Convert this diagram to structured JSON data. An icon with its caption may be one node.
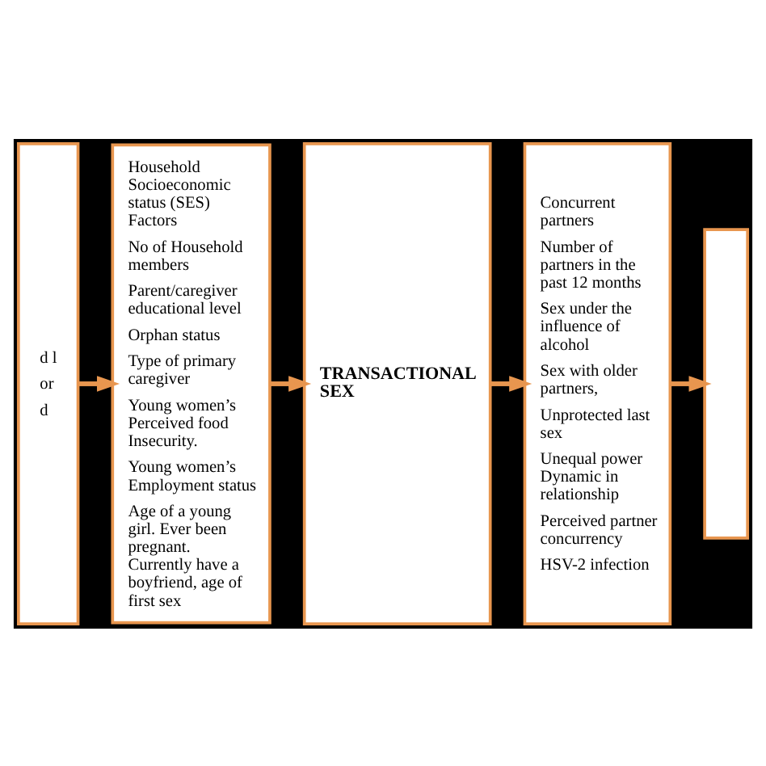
{
  "diagram": {
    "nodes": [
      {
        "text": [
          "d l",
          "or",
          "d"
        ]
      },
      {
        "text": [
          "Household Socioeconomic status (SES) Factors",
          "No of Household members",
          "Parent/caregiver educational level",
          "Orphan status",
          "Type of primary caregiver",
          "Young women’s Perceived food Insecurity.",
          "Young women’s Employment status",
          "Age of a young girl. Ever been pregnant. Currently have a boyfriend, age of first sex"
        ]
      },
      {
        "text": [
          "TRANSACTIONAL SEX"
        ]
      },
      {
        "text": [
          "Concurrent partners",
          "Number of partners in the past 12 months",
          "Sex under the influence of alcohol",
          "Sex with older partners,",
          "Unprotected last sex",
          "Unequal power Dynamic in relationship",
          "Perceived partner concurrency",
          "HSV-2 infection"
        ]
      },
      {
        "text": [],
        "shape": "box"
      }
    ],
    "edges": [
      {
        "from": 0,
        "to": 1,
        "arrow": "to"
      },
      {
        "from": 1,
        "to": 2,
        "arrow": "to"
      },
      {
        "from": 2,
        "to": 3,
        "arrow": "to"
      },
      {
        "from": 3,
        "to": 4,
        "arrow": "to"
      }
    ]
  }
}
